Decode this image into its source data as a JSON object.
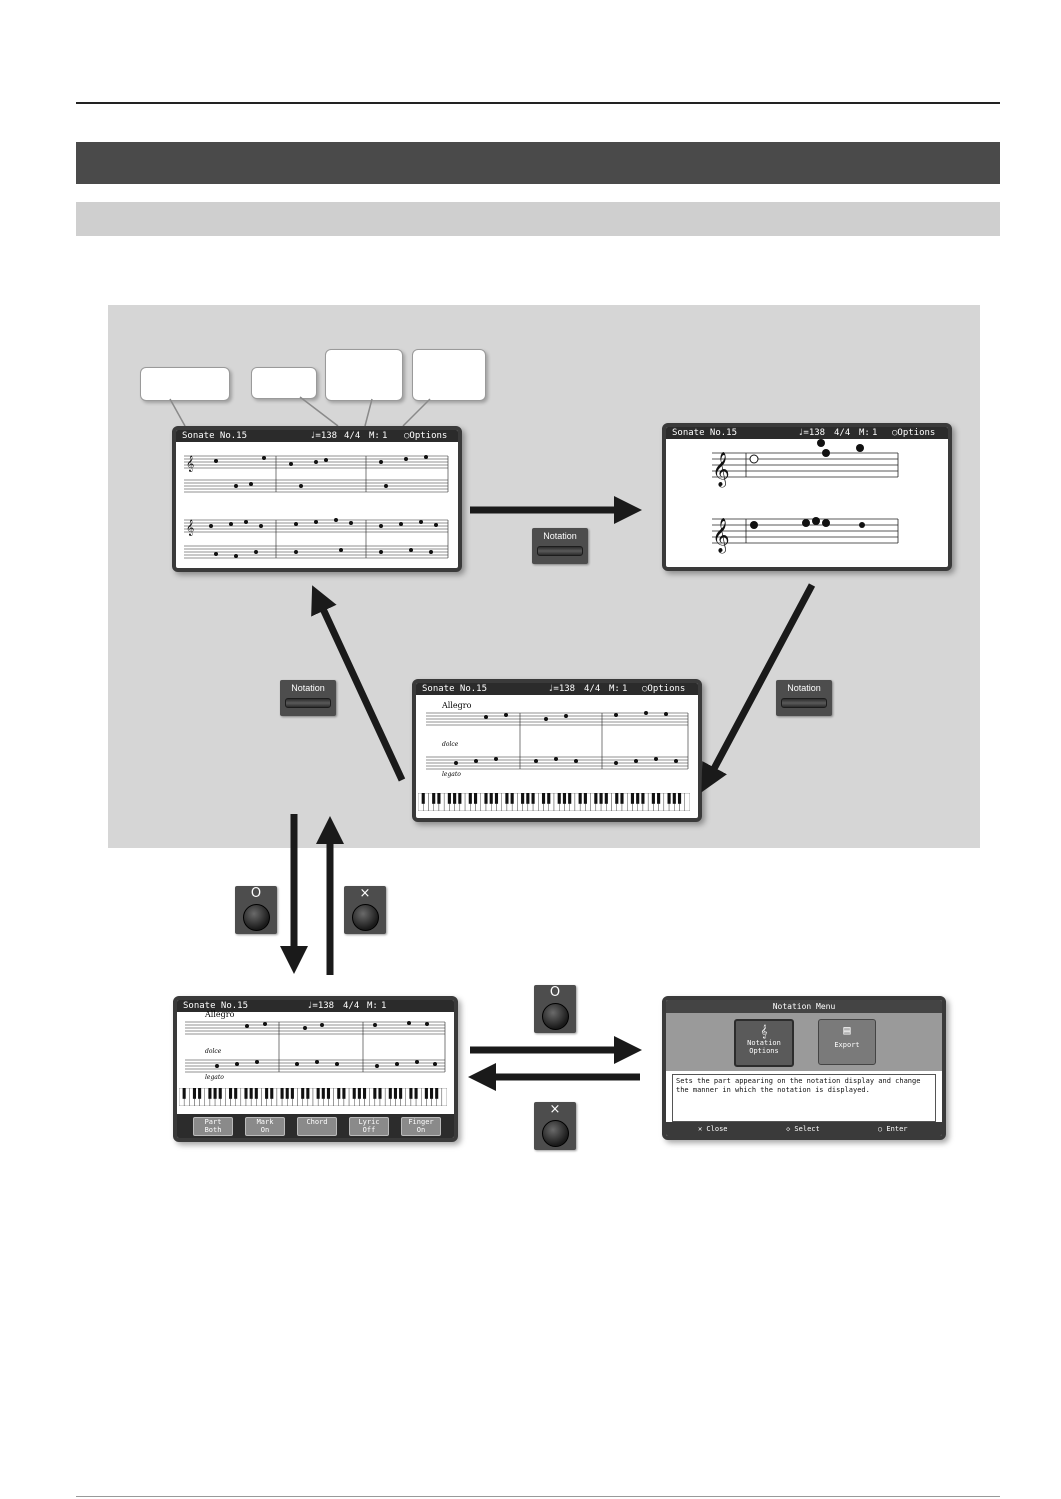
{
  "screen_header": {
    "song_title": "Sonate No.15",
    "tempo": "♩=138",
    "time_signature": "4/4",
    "measure_label": "M:",
    "measure_number": "1",
    "options_label": "Options"
  },
  "score": {
    "tempo_marking": "Allegro",
    "dynamic": "dolce",
    "expression": "legato"
  },
  "notation_button_label": "Notation",
  "circle_button_symbol": "O",
  "cross_button_symbol": "×",
  "tabs": [
    {
      "line1": "Part",
      "line2": "Both"
    },
    {
      "line1": "Mark",
      "line2": "On"
    },
    {
      "line1": "Chord",
      "line2": ""
    },
    {
      "line1": "Lyric",
      "line2": "Off"
    },
    {
      "line1": "Finger",
      "line2": "On"
    }
  ],
  "menu": {
    "title": "Notation Menu",
    "icon1_line1": "Notation",
    "icon1_line2": "Options",
    "icon2_label": "Export",
    "description": "Sets the part appearing on the notation display and change the manner in which the notation is displayed.",
    "footer_close": "✕ Close",
    "footer_select": "◇ Select",
    "footer_enter": "○ Enter"
  },
  "colors": {
    "panel": "#d6d6d6",
    "title_bar": "#4a4a4a",
    "subtitle_bar": "#cfcfcf",
    "button": "#4d4d4d",
    "arrow": "#1a1a1a"
  }
}
